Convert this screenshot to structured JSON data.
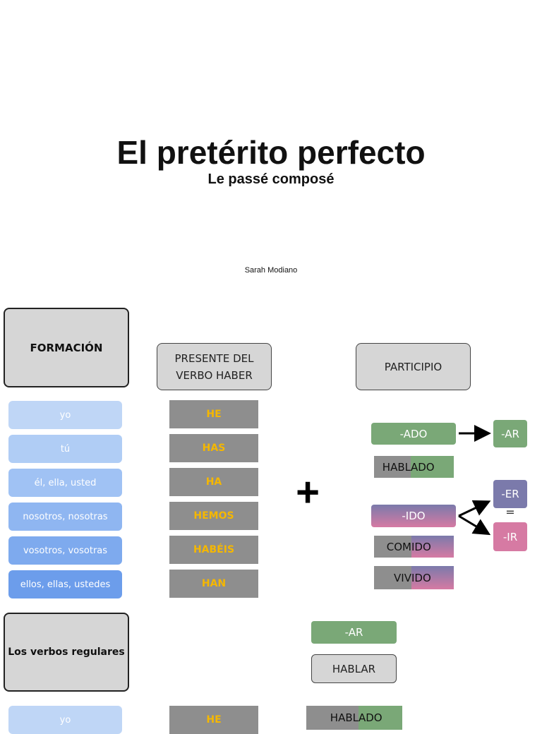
{
  "title": "El pretérito perfecto",
  "subtitle": "Le passé composé",
  "author": "Sarah Modiano",
  "section_formation": {
    "label": "FORMACIÓN",
    "col_aux": "PRESENTE DEL VERBO HABER",
    "col_participle": "PARTICIPIO",
    "pronouns": [
      "yo",
      "tú",
      "él, ella, usted",
      "nosotros, nosotras",
      "vosotros, vosotras",
      "ellos, ellas, ustedes"
    ],
    "aux_forms": [
      "HE",
      "HAS",
      "HA",
      "HEMOS",
      "HABÉIS",
      "HAN"
    ],
    "plus": "+",
    "ado": "-ADO",
    "ar": "-AR",
    "ido": "-IDO",
    "er": "-ER",
    "equals": "=",
    "ir": "-IR",
    "hablado": {
      "stem": "HABL",
      "ending": "ADO"
    },
    "comido": {
      "stem": "COM",
      "ending": "IDO"
    },
    "vivido": {
      "stem": "VIV",
      "ending": "IDO"
    }
  },
  "section_regular": {
    "label": "Los verbos regulares",
    "ar": "-AR",
    "verb": "HABLAR",
    "pronoun_first": "yo",
    "aux_first": "HE",
    "hablado": {
      "stem": "HABL",
      "ending": "ADO"
    }
  },
  "colors": {
    "green": "#7aa877",
    "purple": "#7b7aab",
    "pink": "#d67aa3",
    "gray": "#8e8e8e",
    "gold": "#f5b700"
  }
}
